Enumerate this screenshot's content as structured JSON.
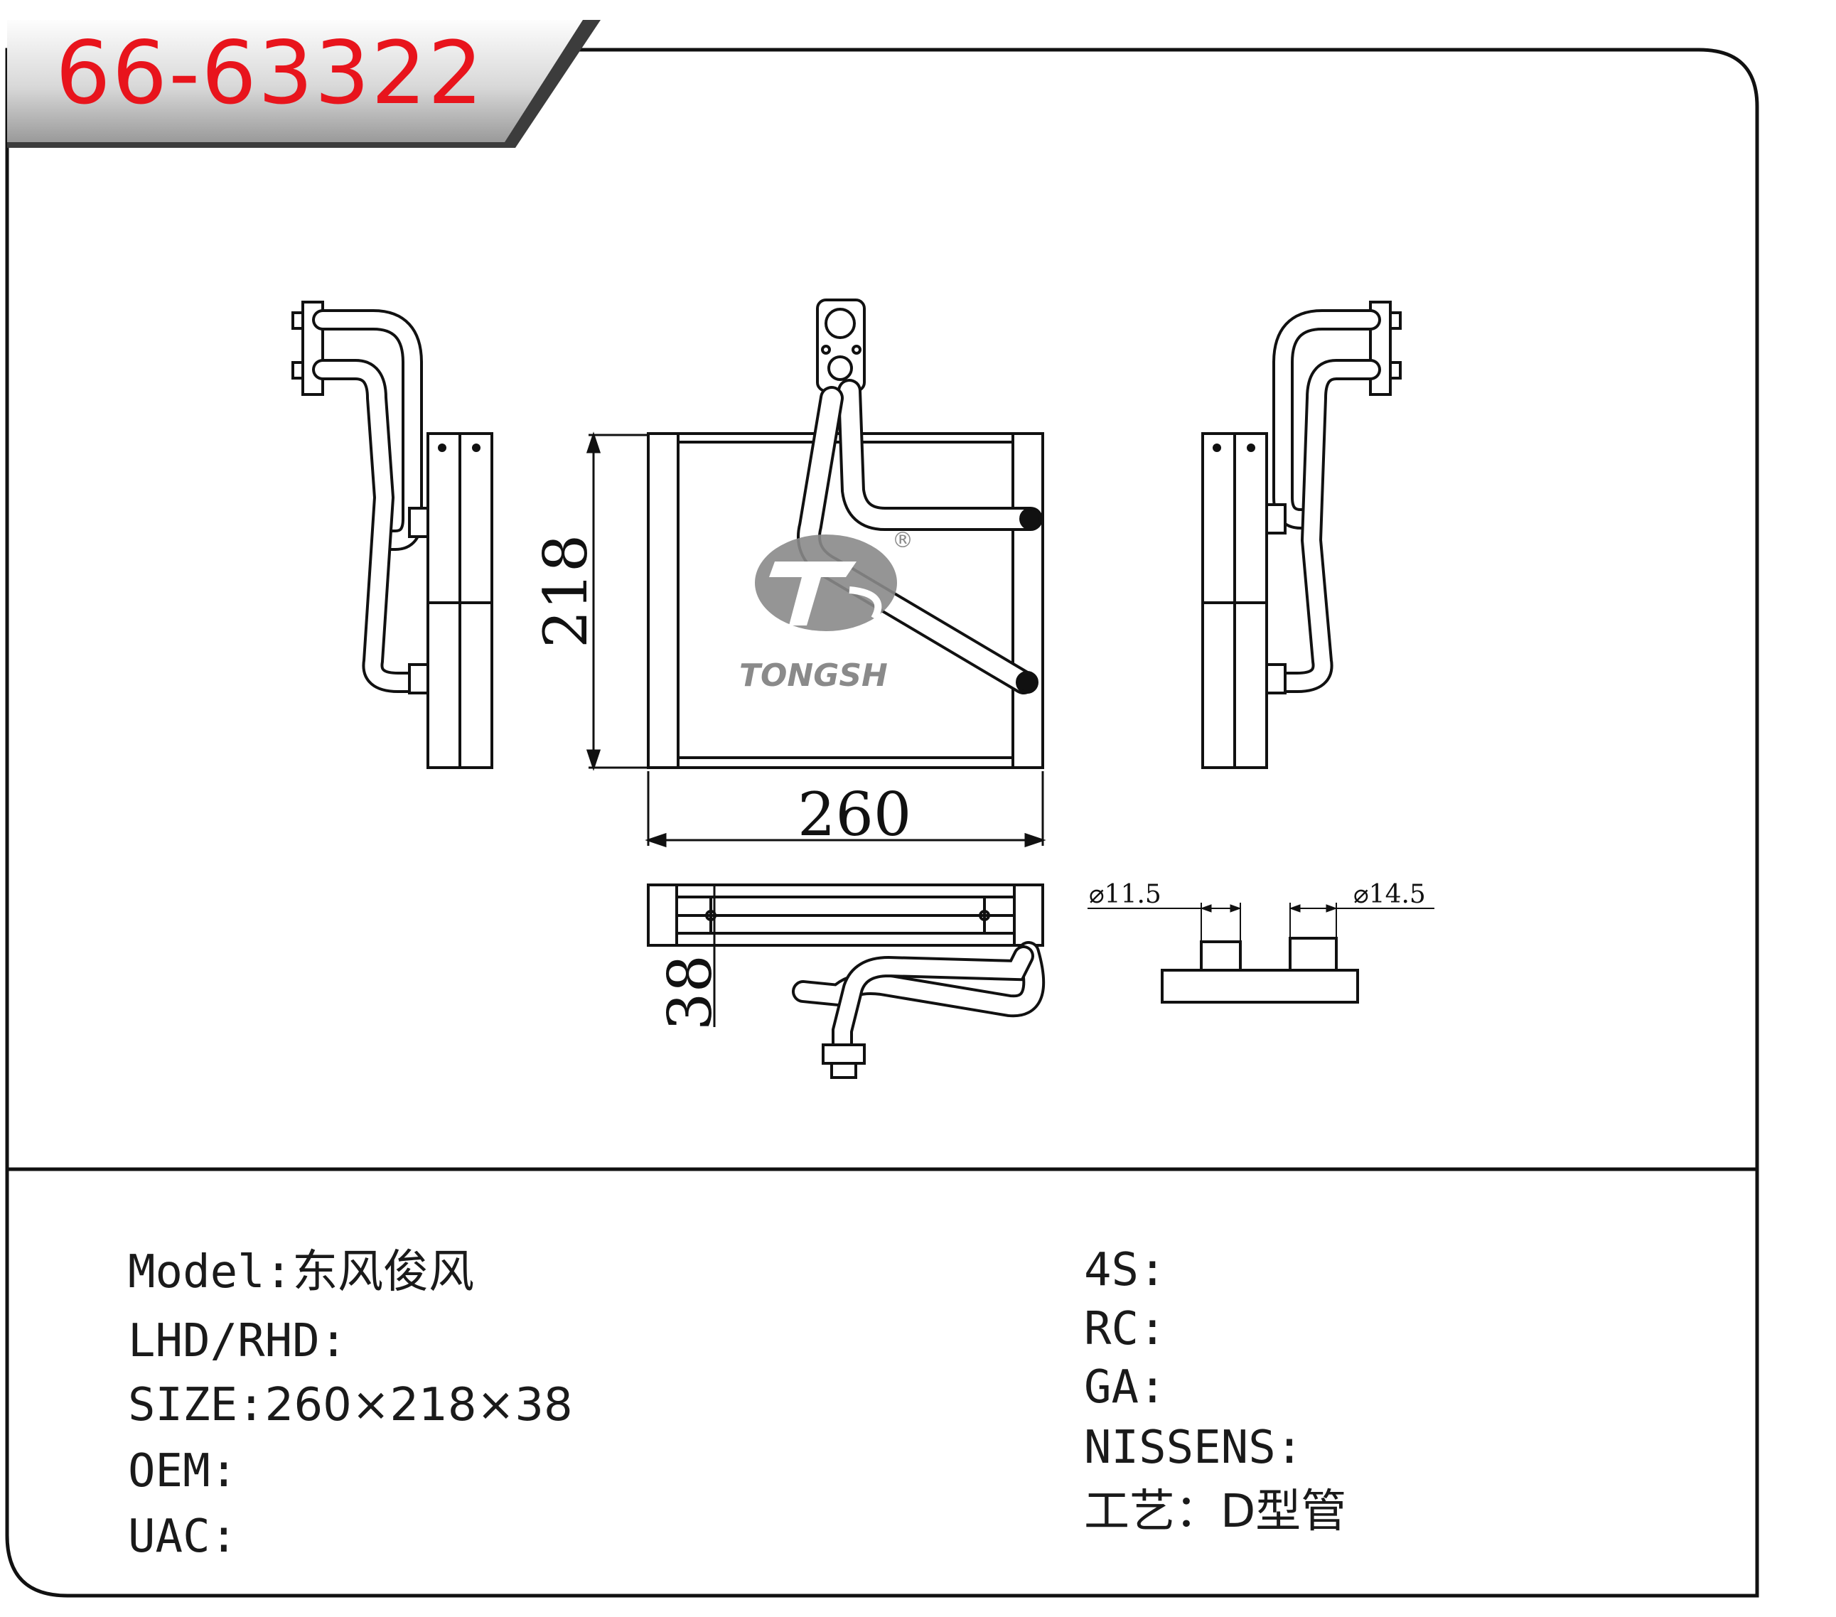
{
  "part_code": "66-63322",
  "logo": {
    "text": "TONGSH",
    "mark": "®"
  },
  "dimensions": {
    "height": "218",
    "width": "260",
    "depth": "38",
    "pipe_small": "⌀11.5",
    "pipe_large": "⌀14.5"
  },
  "specs_left": [
    {
      "label": "Model:",
      "value": "东风俊风"
    },
    {
      "label": "LHD/RHD:",
      "value": ""
    },
    {
      "label": "SIZE:",
      "value": "260×218×38"
    },
    {
      "label": "OEM:",
      "value": ""
    },
    {
      "label": "UAC:",
      "value": ""
    }
  ],
  "specs_right": [
    {
      "label": "4S:",
      "value": ""
    },
    {
      "label": "RC:",
      "value": ""
    },
    {
      "label": "GA:",
      "value": ""
    },
    {
      "label": "NISSENS:",
      "value": ""
    },
    {
      "label": "工艺：",
      "value": "D型管"
    }
  ],
  "colors": {
    "part_code": "#e8141c",
    "header_band": "#3c3c3c",
    "logo": "#8a8a8a",
    "line": "#111111"
  }
}
